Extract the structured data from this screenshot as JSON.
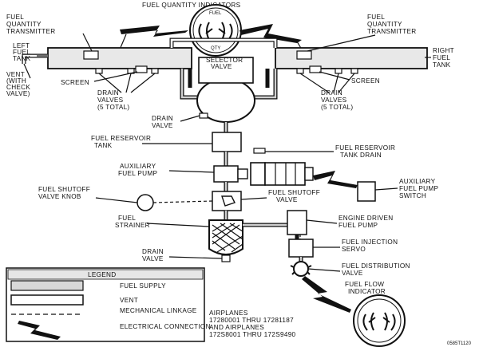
{
  "title": "FUEL QUANTITY INDICATORS",
  "labels": {
    "fuel_qty_transmitter_left": [
      "FUEL",
      "QUANTITY",
      "TRANSMITTER"
    ],
    "fuel_qty_transmitter_right": [
      "FUEL",
      "QUANTITY",
      "TRANSMITTER"
    ],
    "left_fuel_tank": [
      "LEFT",
      "FUEL",
      "TANK"
    ],
    "right_fuel_tank": [
      "RIGHT",
      "FUEL",
      "TANK"
    ],
    "vent": [
      "VENT",
      "(WITH",
      "CHECK",
      "VALVE)"
    ],
    "screen_left": "SCREEN",
    "screen_right": "SCREEN",
    "selector_valve": [
      "SELECTOR",
      "VALVE"
    ],
    "drain_valves_left": [
      "DRAIN",
      "VALVES",
      "(5 TOTAL)"
    ],
    "drain_valves_right": [
      "DRAIN",
      "VALVES",
      "(5 TOTAL)"
    ],
    "drain_valve_upper": [
      "DRAIN",
      "VALVE"
    ],
    "fuel_reservoir_tank": [
      "FUEL RESERVOIR",
      "TANK"
    ],
    "fuel_reservoir_tank_drain": [
      "FUEL RESERVOIR",
      "TANK DRAIN"
    ],
    "aux_fuel_pump": [
      "AUXILIARY",
      "FUEL PUMP"
    ],
    "aux_fuel_pump_switch": [
      "AUXILIARY",
      "FUEL PUMP",
      "SWITCH"
    ],
    "fuel_shutoff_valve_knob": [
      "FUEL SHUTOFF",
      "VALVE KNOB"
    ],
    "fuel_shutoff_valve": [
      "FUEL SHUTOFF",
      "VALVE"
    ],
    "fuel_strainer": [
      "FUEL",
      "STRAINER"
    ],
    "engine_driven_fuel_pump": [
      "ENGINE DRIVEN",
      "FUEL PUMP"
    ],
    "fuel_injection_servo": [
      "FUEL INJECTION",
      "SERVO"
    ],
    "drain_valve_lower": [
      "DRAIN",
      "VALVE"
    ],
    "fuel_distribution_valve": [
      "FUEL DISTRIBUTION",
      "VALVE"
    ],
    "fuel_flow_indicator": [
      "FUEL FLOW",
      "INDICATOR"
    ]
  },
  "legend": {
    "title": "LEGEND",
    "items": [
      "FUEL SUPPLY",
      "VENT",
      "MECHANICAL LINKAGE",
      "ELECTRICAL CONNECTION"
    ]
  },
  "gauge_text": {
    "top": "FUEL",
    "bottom": "QTY"
  },
  "airplanes": [
    "AIRPLANES",
    "17280001 THRU 17281187",
    "AND AIRPLANES",
    "172S8001 THRU 172S9490"
  ],
  "figure_code": "0585T1120"
}
